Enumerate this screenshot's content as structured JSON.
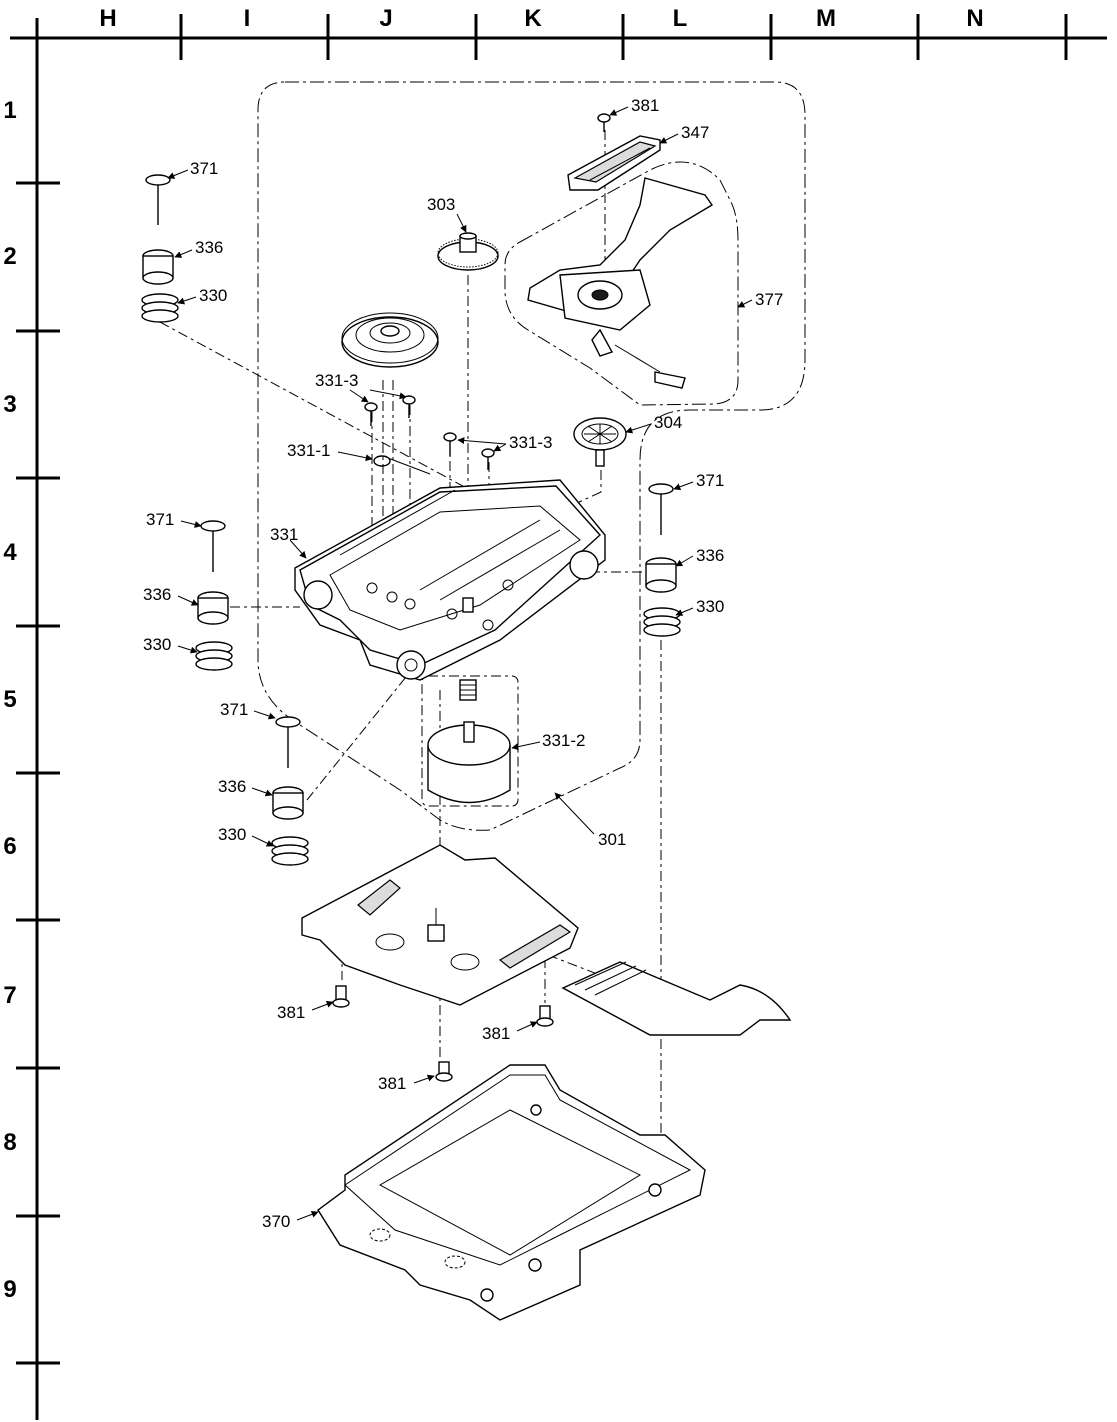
{
  "grid": {
    "columns": [
      "H",
      "I",
      "J",
      "K",
      "L",
      "M",
      "N"
    ],
    "rows": [
      "1",
      "2",
      "3",
      "4",
      "5",
      "6",
      "7",
      "8",
      "9"
    ]
  },
  "callouts": {
    "c381_top": "381",
    "c347": "347",
    "c371_a": "371",
    "c303": "303",
    "c336_a": "336",
    "c330_a": "330",
    "c377": "377",
    "c331_3_a": "331-3",
    "c304": "304",
    "c331_3_b": "331-3",
    "c331_1": "331-1",
    "c371_b": "371",
    "c371_c": "371",
    "c331": "331",
    "c336_b": "336",
    "c336_c": "336",
    "c330_b": "330",
    "c330_c": "330",
    "c371_d": "371",
    "c331_2": "331-2",
    "c336_d": "336",
    "c301": "301",
    "c330_d": "330",
    "c381_a": "381",
    "c381_b": "381",
    "c381_c": "381",
    "c370": "370"
  }
}
